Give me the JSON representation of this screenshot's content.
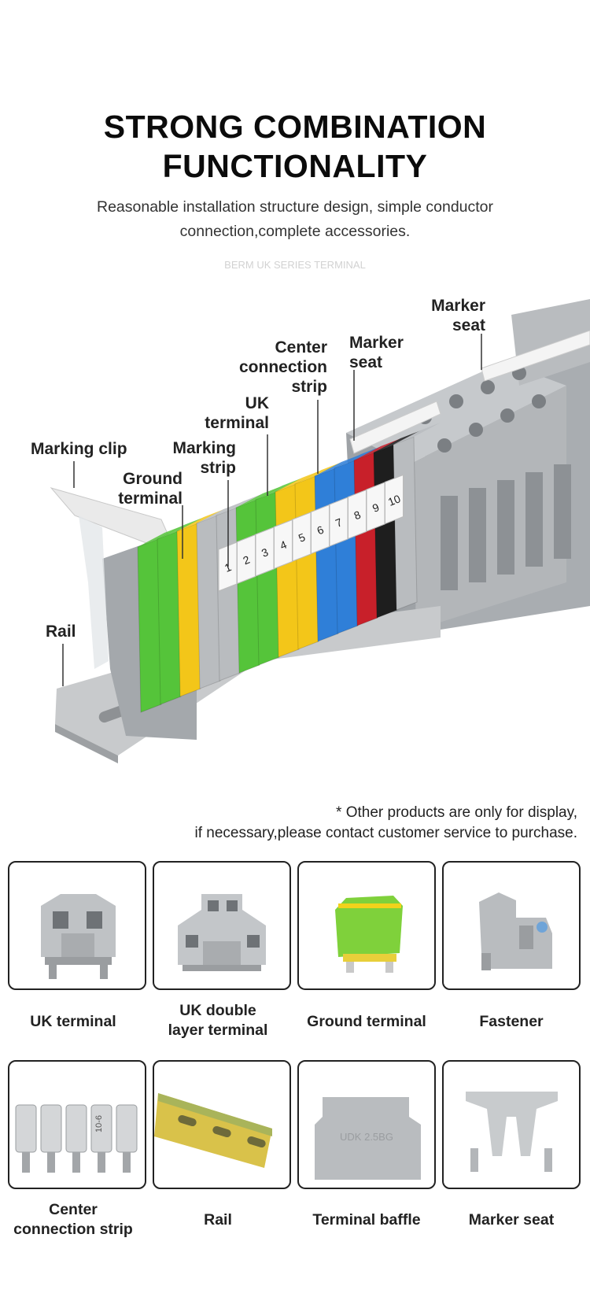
{
  "header": {
    "title_line1": "STRONG COMBINATION",
    "title_line2": "FUNCTIONALITY",
    "subtitle_line1": "Reasonable installation structure design, simple conductor",
    "subtitle_line2": "connection,complete accessories.",
    "series": "BERM UK SERIES TERMINAL"
  },
  "diagram": {
    "labels": {
      "marker_seat_right": [
        "Marker",
        "seat"
      ],
      "center_connection_strip": [
        "Center",
        "connection",
        "strip"
      ],
      "marker_seat_mid": [
        "Marker",
        "seat"
      ],
      "uk_terminal": [
        "UK",
        "terminal"
      ],
      "marking_clip": [
        "Marking clip"
      ],
      "marking_strip": [
        "Marking",
        "strip"
      ],
      "ground_terminal": [
        "Ground",
        "terminal"
      ],
      "rail": [
        "Rail"
      ]
    },
    "strip_numbers": [
      "1",
      "2",
      "3",
      "4",
      "5",
      "6",
      "7",
      "8",
      "9",
      "10"
    ],
    "colors": {
      "grey": "#b9bcbf",
      "green": "#55c43a",
      "yellow": "#f3c619",
      "blue": "#2f7fd8",
      "red": "#c8202a",
      "black": "#1e1e1e"
    }
  },
  "note": {
    "line1": "* Other products are only for display,",
    "line2": "if necessary,please contact customer service to purchase."
  },
  "products": [
    {
      "name_line1": "UK terminal",
      "name_line2": "",
      "icon": "uk-terminal-icon"
    },
    {
      "name_line1": "UK double",
      "name_line2": "layer terminal",
      "icon": "uk-double-layer-terminal-icon"
    },
    {
      "name_line1": "Ground terminal",
      "name_line2": "",
      "icon": "ground-terminal-icon"
    },
    {
      "name_line1": "Fastener",
      "name_line2": "",
      "icon": "fastener-icon"
    },
    {
      "name_line1": "Center",
      "name_line2": "connection strip",
      "icon": "center-connection-strip-icon"
    },
    {
      "name_line1": "Rail",
      "name_line2": "",
      "icon": "rail-icon"
    },
    {
      "name_line1": "Terminal baffle",
      "name_line2": "",
      "icon": "terminal-baffle-icon"
    },
    {
      "name_line1": "Marker seat",
      "name_line2": "",
      "icon": "marker-seat-icon"
    }
  ],
  "baffle_imprint": "UDK 2.5BG",
  "strip_imprint": "10-6"
}
